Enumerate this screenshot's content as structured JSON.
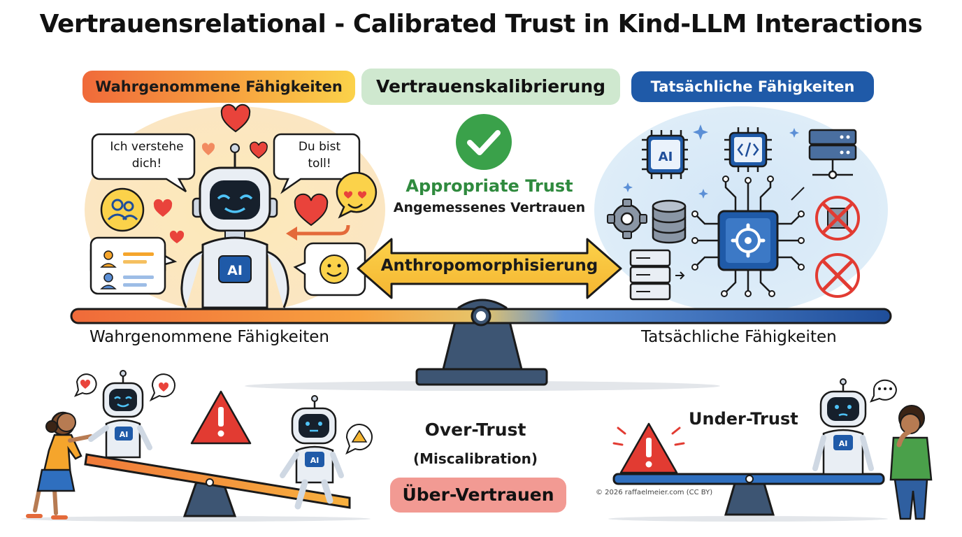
{
  "title": "Vertrauensrelational - Calibrated Trust in Kind-LLM Interactions",
  "header_pills": {
    "perceived": "Wahrgenommene Fähigkeiten",
    "calibration": "Vertrauenskalibrierung",
    "actual": "Tatsächliche Fähigkeiten"
  },
  "center": {
    "appropriate_title": "Appropriate Trust",
    "appropriate_sub": "Angemessenes Vertrauen",
    "arrow_label": "Anthropomorphisierung"
  },
  "speech_bubbles": {
    "left_line1": "Ich verstehe",
    "left_line2": "dich!",
    "right_line1": "Du bist",
    "right_line2": "toll!"
  },
  "chip_label": "AI",
  "scale_labels": {
    "left": "Wahrgenommene Fähigkeiten",
    "right": "Tatsächliche Fähigkeiten"
  },
  "bottom": {
    "over_trust": "Over-Trust",
    "miscalibration": "(Miscalibration)",
    "ueber_vertrauen": "Über-Vertrauen",
    "under_trust": "Under-Trust"
  },
  "credit": "© 2026 raffaelmeier.com (CC BY)",
  "colors": {
    "warm_orange": "#f06a3a",
    "warm_yellow": "#fbd24a",
    "cool_blue": "#1f5aa8",
    "calib_green": "#cfe8cf",
    "check_green": "#3aa14a",
    "alert_red": "#e23b32",
    "uber_pink": "#f29a93"
  },
  "icons": [
    "heart-icon",
    "users-icon",
    "profile-list-icon",
    "smiley-icon",
    "heart-eyes-emoji-icon",
    "check-icon",
    "chip-icon",
    "code-chip-icon",
    "server-icon",
    "gear-icon",
    "database-icon",
    "cross-icon",
    "warning-icon",
    "robot-icon",
    "child-icon",
    "thinking-person-icon",
    "seesaw-icon"
  ]
}
